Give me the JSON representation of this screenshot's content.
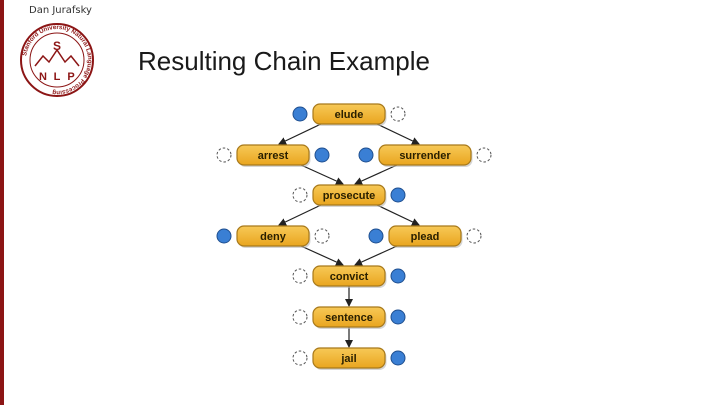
{
  "header": {
    "author": "Dan Jurafsky",
    "title": "Resulting Chain Example"
  },
  "logo": {
    "ring_text": "Stanford University Natural Language Processing",
    "letters": [
      "S",
      "N",
      "L",
      "P"
    ]
  },
  "colors": {
    "accent": "#8c1515",
    "node_fill": "#f2b531",
    "node_stroke": "#a8791a",
    "marker_filled": "#3a7fd4"
  },
  "diagram": {
    "nodes": [
      {
        "id": "elude",
        "label": "elude",
        "left_marker": "filled",
        "right_marker": "empty"
      },
      {
        "id": "arrest",
        "label": "arrest",
        "left_marker": "empty",
        "right_marker": "filled"
      },
      {
        "id": "surrender",
        "label": "surrender",
        "left_marker": "filled",
        "right_marker": "empty"
      },
      {
        "id": "prosecute",
        "label": "prosecute",
        "left_marker": "empty",
        "right_marker": "filled"
      },
      {
        "id": "deny",
        "label": "deny",
        "left_marker": "filled",
        "right_marker": "empty"
      },
      {
        "id": "plead",
        "label": "plead",
        "left_marker": "filled",
        "right_marker": "empty"
      },
      {
        "id": "convict",
        "label": "convict",
        "left_marker": "empty",
        "right_marker": "filled"
      },
      {
        "id": "sentence",
        "label": "sentence",
        "left_marker": "empty",
        "right_marker": "filled"
      },
      {
        "id": "jail",
        "label": "jail",
        "left_marker": "empty",
        "right_marker": "filled"
      }
    ],
    "edges": [
      [
        "elude",
        "arrest"
      ],
      [
        "elude",
        "surrender"
      ],
      [
        "arrest",
        "prosecute"
      ],
      [
        "surrender",
        "prosecute"
      ],
      [
        "prosecute",
        "deny"
      ],
      [
        "prosecute",
        "plead"
      ],
      [
        "deny",
        "convict"
      ],
      [
        "plead",
        "convict"
      ],
      [
        "convict",
        "sentence"
      ],
      [
        "sentence",
        "jail"
      ]
    ]
  }
}
